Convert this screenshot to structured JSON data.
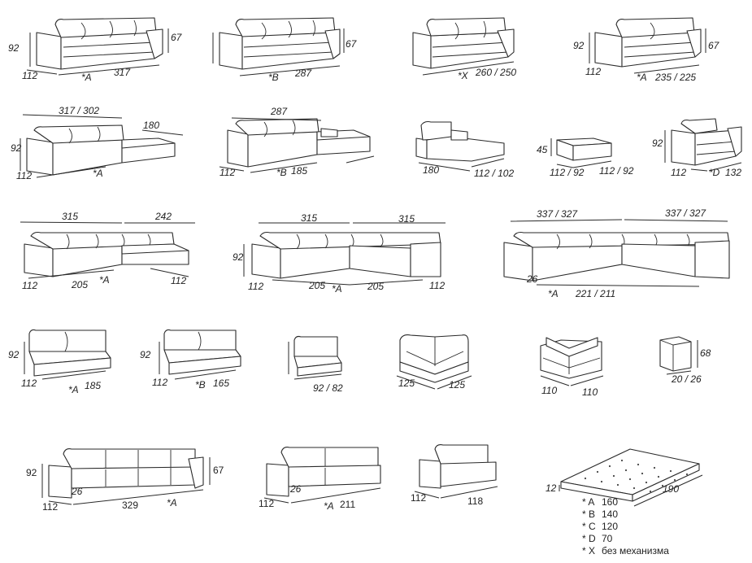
{
  "items": [
    {
      "id": "sofa-3-seat-a",
      "labels": [
        "92",
        "67",
        "112",
        "*A",
        "317"
      ]
    },
    {
      "id": "sofa-3-seat-b",
      "labels": [
        "67",
        "*B",
        "287"
      ]
    },
    {
      "id": "sofa-bed-x",
      "labels": [
        "*X",
        "260 / 250"
      ]
    },
    {
      "id": "sofa-2-seat-a",
      "labels": [
        "92",
        "67",
        "112",
        "*A",
        "235 / 225"
      ]
    },
    {
      "id": "corner-chaise-a",
      "labels": [
        "317 / 302",
        "180",
        "92",
        "112",
        "*A"
      ]
    },
    {
      "id": "corner-chaise-b",
      "labels": [
        "287",
        "112",
        "*B",
        "185"
      ]
    },
    {
      "id": "chaise-module",
      "labels": [
        "180",
        "112 / 102"
      ]
    },
    {
      "id": "ottoman",
      "labels": [
        "45",
        "112 / 92",
        "112 / 92"
      ]
    },
    {
      "id": "armchair",
      "labels": [
        "92",
        "112",
        "*D",
        "132"
      ]
    },
    {
      "id": "l-sofa-chaise",
      "labels": [
        "315",
        "242",
        "112",
        "205",
        "*A",
        "112"
      ]
    },
    {
      "id": "l-sofa-corner",
      "labels": [
        "315",
        "315",
        "92",
        "112",
        "205",
        "*A",
        "205",
        "112"
      ]
    },
    {
      "id": "u-sofa-large",
      "labels": [
        "337 / 327",
        "337 / 327",
        "26",
        "*A",
        "221 / 211"
      ]
    },
    {
      "id": "module-2-seat-a",
      "labels": [
        "92",
        "112",
        "*A",
        "185"
      ]
    },
    {
      "id": "module-2-seat-b",
      "labels": [
        "92",
        "112",
        "*B",
        "165"
      ]
    },
    {
      "id": "module-armless",
      "labels": [
        "92 / 82"
      ]
    },
    {
      "id": "corner-module-round",
      "labels": [
        "125",
        "125"
      ]
    },
    {
      "id": "corner-module",
      "labels": [
        "110",
        "110"
      ]
    },
    {
      "id": "arm-panel",
      "labels": [
        "68",
        "20 / 26"
      ]
    },
    {
      "id": "sofa-3-seat-front",
      "labels": [
        "92",
        "67",
        "26",
        "112",
        "329",
        "*A"
      ]
    },
    {
      "id": "sofa-1-arm-front",
      "labels": [
        "26",
        "112",
        "*A",
        "211"
      ]
    },
    {
      "id": "armchair-1-arm",
      "labels": [
        "112",
        "118"
      ]
    },
    {
      "id": "mattress",
      "labels": [
        "12",
        "190"
      ]
    }
  ],
  "legend": [
    {
      "mark": "* A",
      "value": "160"
    },
    {
      "mark": "* B",
      "value": "140"
    },
    {
      "mark": "* C",
      "value": "120"
    },
    {
      "mark": "* D",
      "value": "70"
    },
    {
      "mark": "* X",
      "value": "без механизма"
    }
  ],
  "colors": {
    "line": "#2a2a2a",
    "text": "#222222",
    "background": "#ffffff"
  }
}
